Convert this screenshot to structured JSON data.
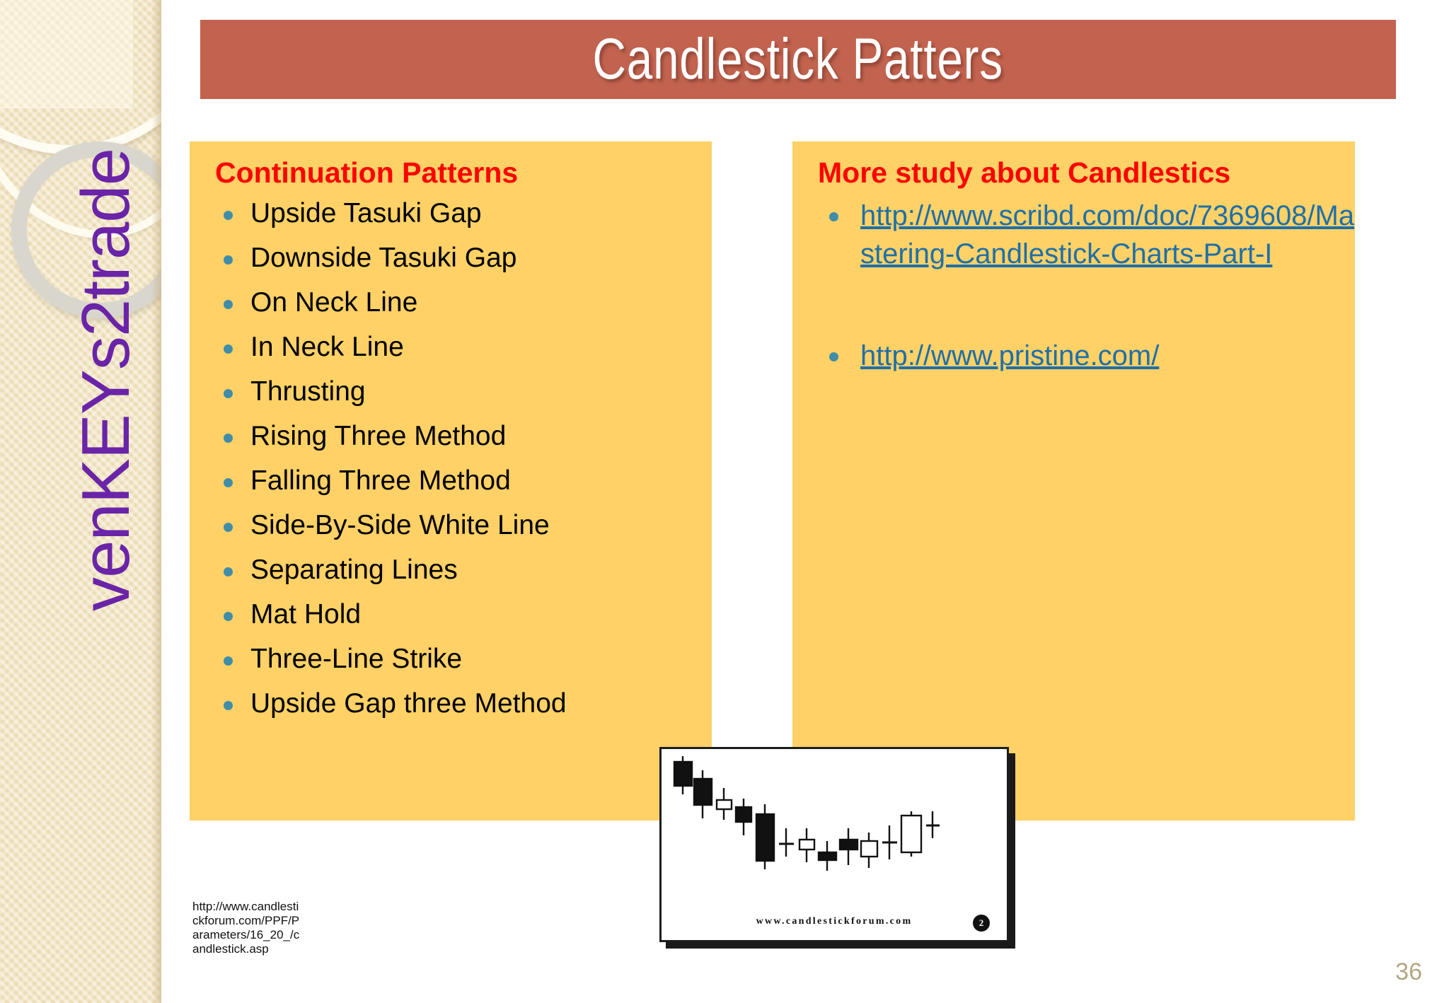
{
  "slide": {
    "title": "Candlestick Patters",
    "page_number": "36",
    "brand_text": "venKEYs2trade",
    "accent_colors": {
      "title_banner": "#c2634f",
      "content_box": "#ffd166",
      "heading_red": "#ff0000",
      "bullet_teal": "#3f8da8",
      "link_blue": "#1f6fa8",
      "brand_purple": "#6a24a8",
      "sidebar_cream": "#f3e6c4",
      "page_number": "#b0a782"
    }
  },
  "left_panel": {
    "heading": "Continuation Patterns",
    "items": [
      "Upside Tasuki Gap",
      "Downside Tasuki Gap",
      "On Neck Line",
      "In Neck Line",
      "Thrusting",
      "Rising Three Method",
      "Falling Three Method",
      "Side-By-Side White Line",
      "Separating Lines",
      "Mat Hold",
      "Three-Line Strike",
      "Upside Gap three  Method"
    ]
  },
  "right_panel": {
    "heading": "More study about Candlestics",
    "links": [
      "http://www.scribd.com/doc/7369608/Mastering-Candlestick-Charts-Part-I",
      "http://www.pristine.com/"
    ]
  },
  "figure": {
    "caption": "www.candlestickforum.com",
    "badge": "2",
    "source_url": "http://www.candlestickforum.com/PPF/Parameters/16_20_/candlestick.asp"
  }
}
